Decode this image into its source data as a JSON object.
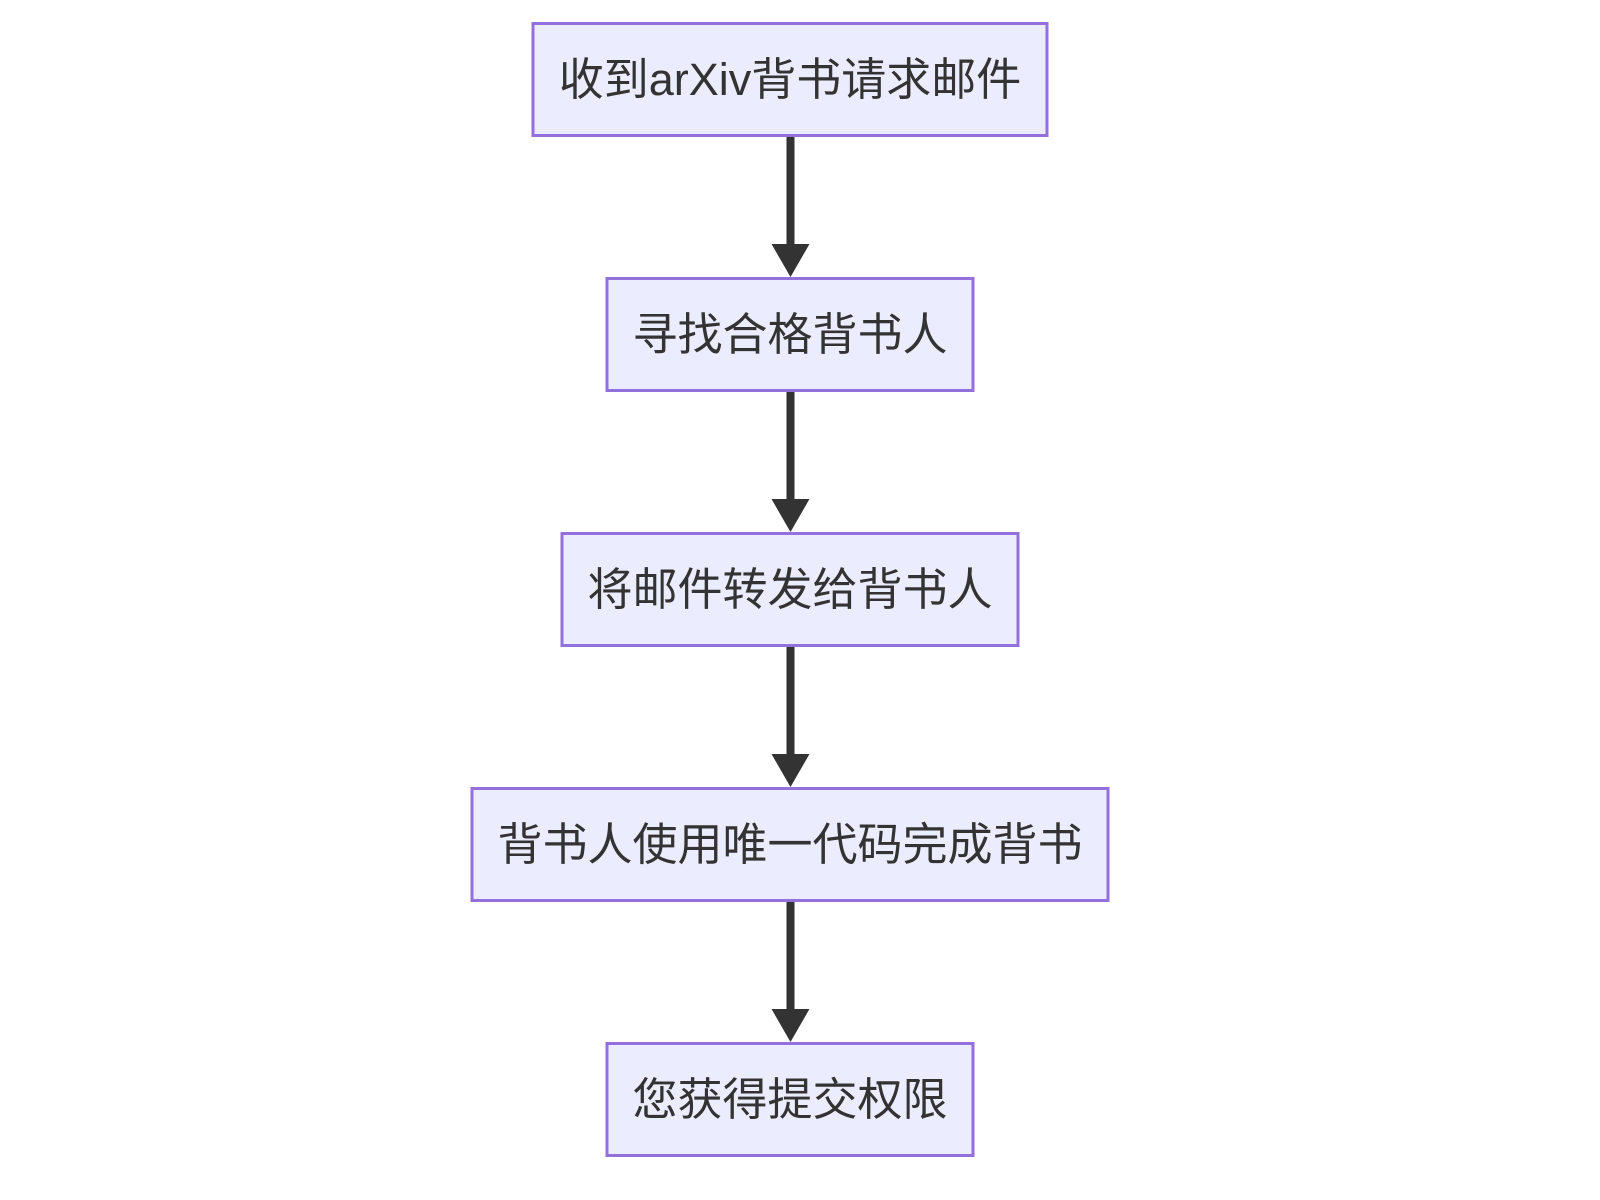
{
  "diagram": {
    "type": "flowchart",
    "direction": "top-down",
    "nodes": [
      {
        "id": "step1",
        "label": "收到arXiv背书请求邮件"
      },
      {
        "id": "step2",
        "label": "寻找合格背书人"
      },
      {
        "id": "step3",
        "label": "将邮件转发给背书人"
      },
      {
        "id": "step4",
        "label": "背书人使用唯一代码完成背书"
      },
      {
        "id": "step5",
        "label": "您获得提交权限"
      }
    ],
    "edges": [
      {
        "from": "step1",
        "to": "step2"
      },
      {
        "from": "step2",
        "to": "step3"
      },
      {
        "from": "step3",
        "to": "step4"
      },
      {
        "from": "step4",
        "to": "step5"
      }
    ],
    "colors": {
      "node_fill": "#ECECFF",
      "node_border": "#9370DB",
      "node_text": "#333333",
      "arrow": "#333333",
      "background": "#FFFFFF"
    }
  }
}
